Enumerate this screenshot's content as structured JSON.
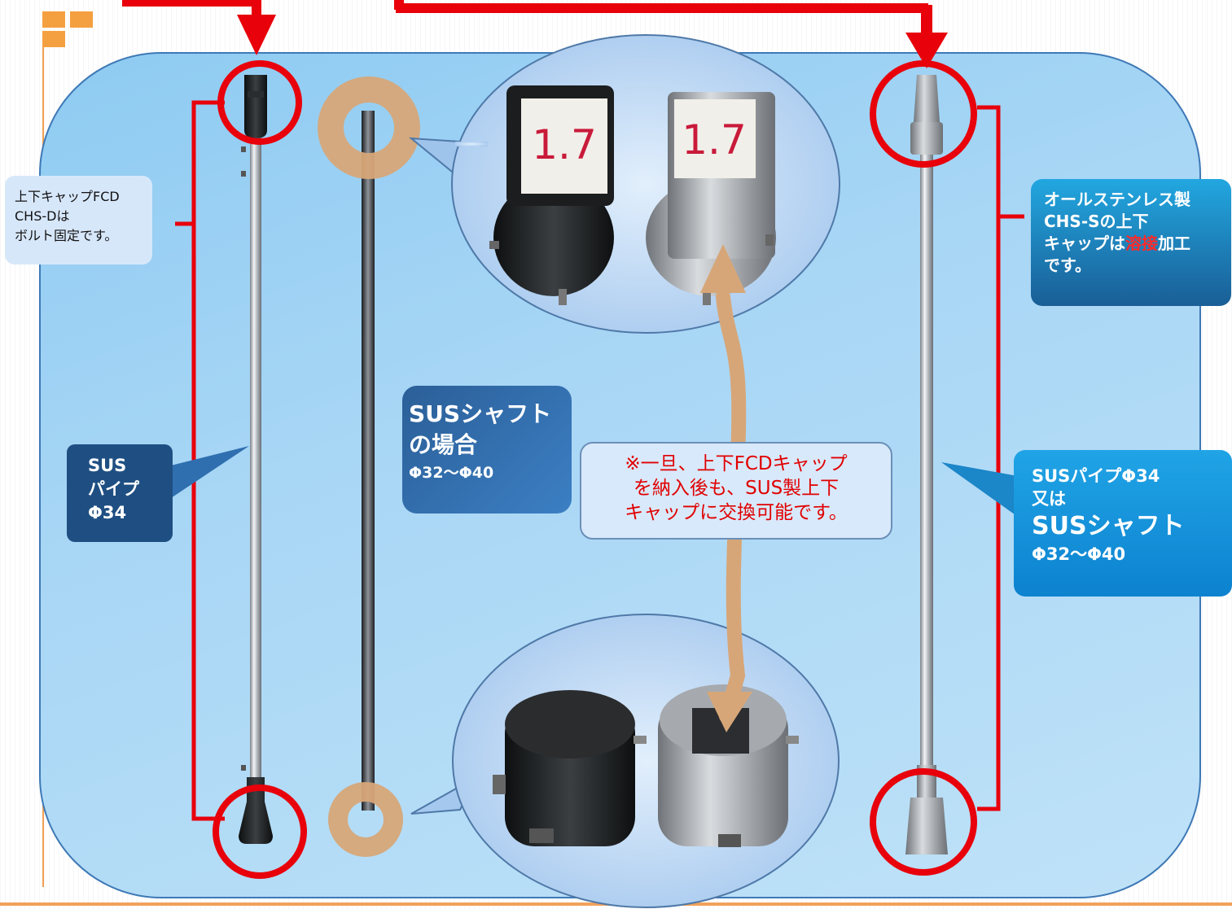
{
  "left_note": {
    "line1": "上下キャップFCD",
    "line2": "CHS-Dは",
    "line3": "ボルト固定です。"
  },
  "sus_pipe_label": {
    "line1": "SUS",
    "line2": "パイプ",
    "line3": "Φ34"
  },
  "shaft_label": {
    "line1": "SUSシャフト",
    "line2": "の場合",
    "line3": "Φ32〜Φ40"
  },
  "exchange_note": {
    "line1": "※一旦、上下FCDキャップ",
    "line2": "を納入後も、SUS製上下",
    "line3": "キャップに交換可能です。"
  },
  "stainless_note": {
    "line1": "オールステンレス製",
    "line2": "CHS-Sの上下",
    "line3_pre": "キャップは",
    "line3_weld": "溶接",
    "line3_post": "加工",
    "line4": "です。"
  },
  "right_spec": {
    "line1": "SUSパイプΦ34",
    "line2": "又は",
    "line3": "SUSシャフト",
    "line4": "Φ32〜Φ40"
  },
  "photo_labels": {
    "cap_number_1": "1.7",
    "cap_number_2": "1.7"
  },
  "colors": {
    "highlight_red": "#e8000b",
    "ring_tan": "#d7a678",
    "panel_border": "#3e79b6",
    "accent_orange": "#f5a040"
  }
}
